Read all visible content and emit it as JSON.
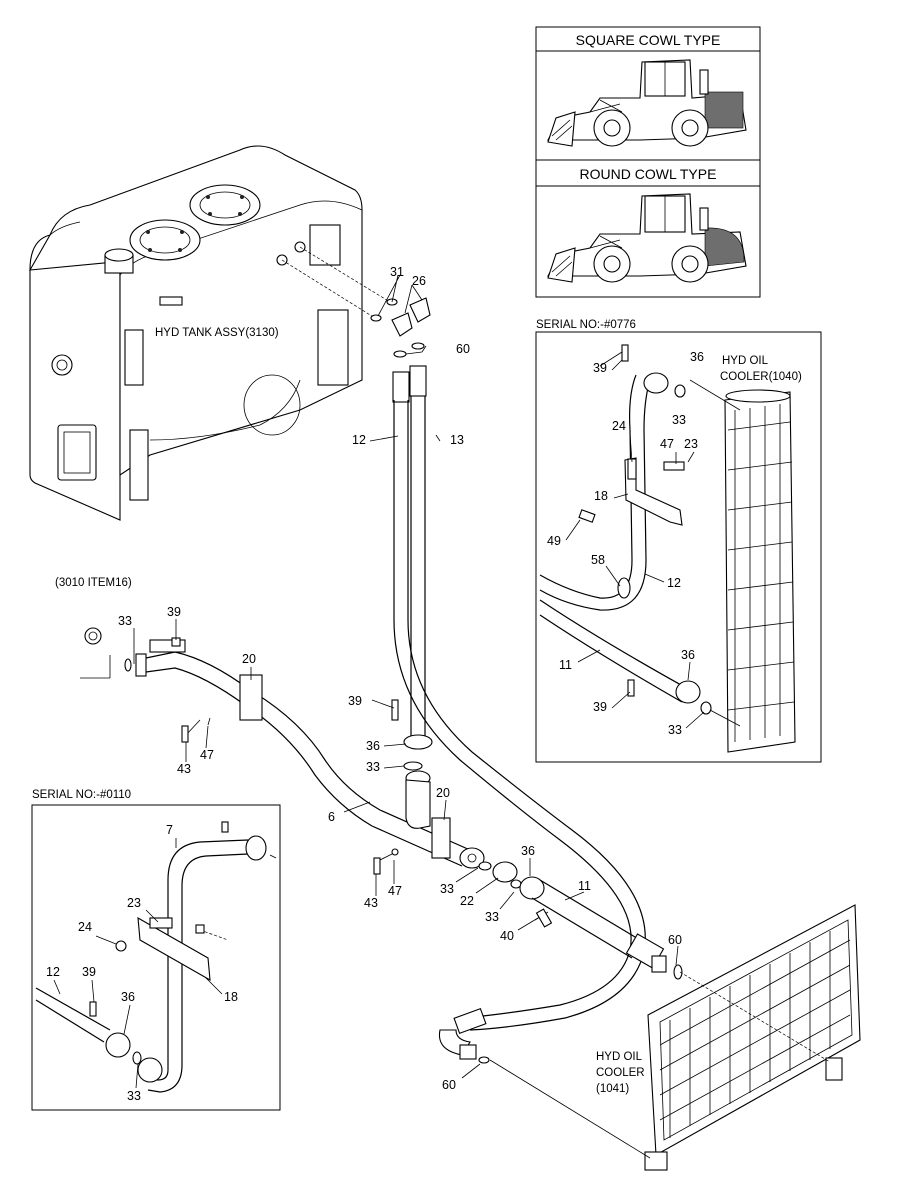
{
  "insets": {
    "square_cowl": "SQUARE COWL TYPE",
    "round_cowl": "ROUND COWL TYPE"
  },
  "labels": {
    "hyd_tank": "HYD TANK ASSY(3130)",
    "ref_3010": "(3010 ITEM16)",
    "serial_0776": "SERIAL NO:-#0776",
    "serial_0110": "SERIAL NO:-#0110",
    "cooler_1040_l1": "HYD OIL",
    "cooler_1040_l2": "COOLER(1040)",
    "cooler_1041_l1": "HYD OIL",
    "cooler_1041_l2": "COOLER",
    "cooler_1041_l3": "(1041)"
  },
  "callouts": {
    "main": [
      "31",
      "26",
      "60",
      "12",
      "13",
      "33",
      "39",
      "20",
      "47",
      "43",
      "39",
      "36",
      "33",
      "6",
      "20",
      "36",
      "11",
      "33",
      "22",
      "33",
      "47",
      "43",
      "40",
      "60",
      "60"
    ],
    "serial_0776": [
      "39",
      "36",
      "33",
      "24",
      "47",
      "23",
      "18",
      "49",
      "58",
      "12",
      "11",
      "36",
      "39",
      "33"
    ],
    "serial_0110": [
      "7",
      "23",
      "24",
      "18",
      "12",
      "39",
      "36",
      "33"
    ]
  }
}
